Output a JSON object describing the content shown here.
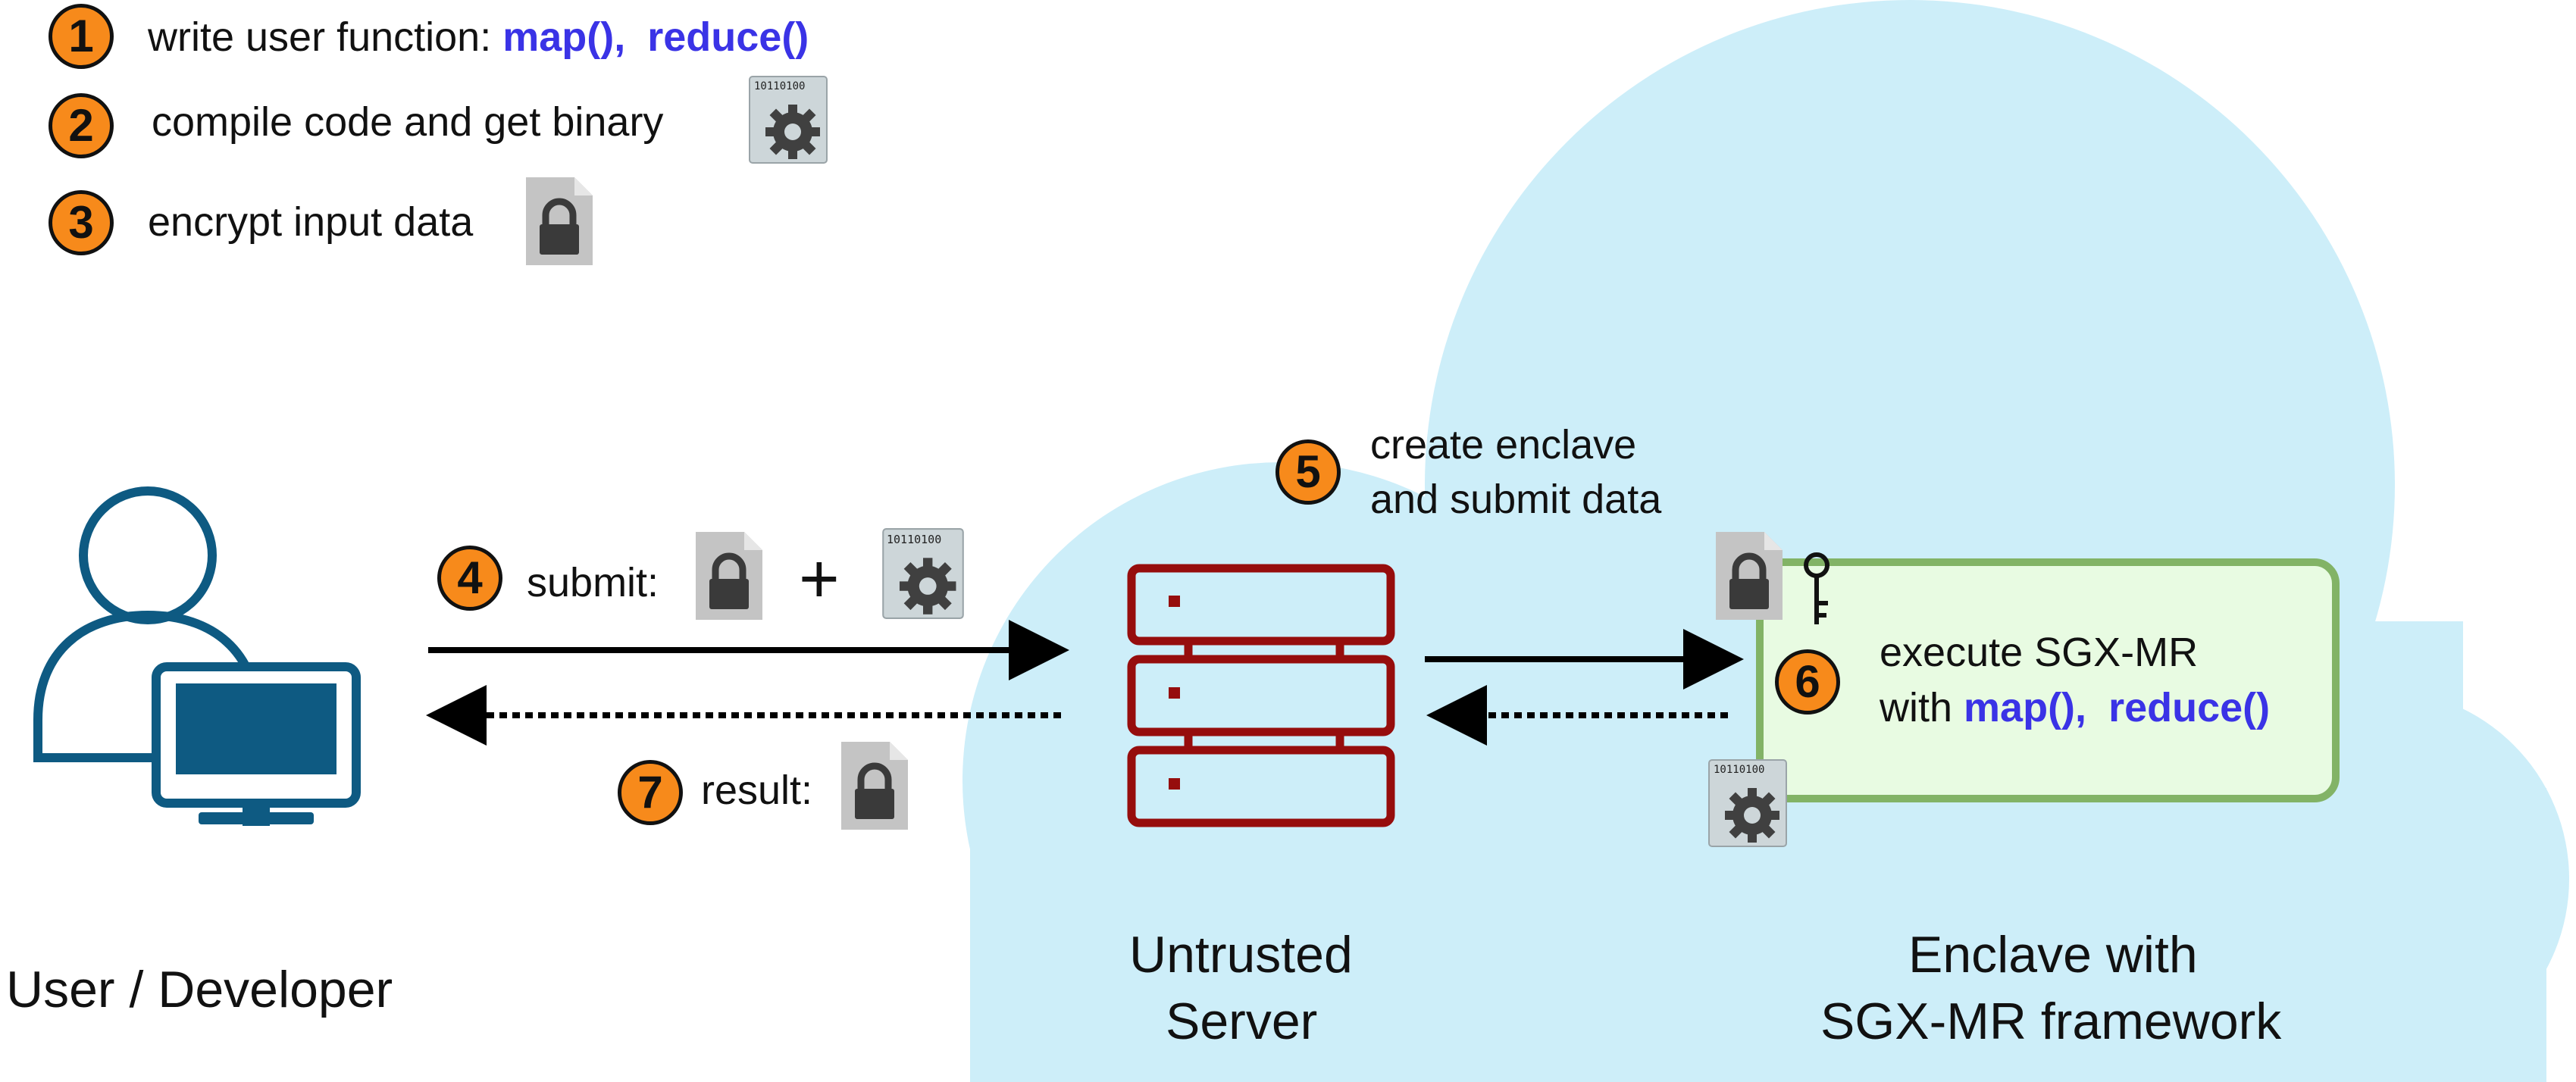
{
  "steps": {
    "s1": {
      "number": "1",
      "text": "write user function:",
      "code1": "map(),",
      "code2": "reduce()"
    },
    "s2": {
      "number": "2",
      "text": "compile code and get binary"
    },
    "s3": {
      "number": "3",
      "text": "encrypt input data"
    },
    "s4": {
      "number": "4",
      "text": "submit:",
      "plus": "+"
    },
    "s5": {
      "number": "5",
      "line1": "create enclave",
      "line2": "and submit data"
    },
    "s6": {
      "number": "6",
      "line1": "execute SGX-MR",
      "line2_prefix": "with",
      "code1": "map(),",
      "code2": "reduce()"
    },
    "s7": {
      "number": "7",
      "text": "result:"
    }
  },
  "labels": {
    "user": "User / Developer",
    "server_line1": "Untrusted",
    "server_line2": "Server",
    "enclave_line1": "Enclave with",
    "enclave_line2": "SGX-MR framework"
  },
  "binary_icon_text": "10110100",
  "colors": {
    "cloud": "#cdeef9",
    "badge": "#f78a1b",
    "code": "#3a33e6",
    "server": "#960d0d",
    "user": "#0e5a82",
    "enclave_fill": "#e8fbe2",
    "enclave_border": "#82b366"
  },
  "icons": [
    "person-icon",
    "monitor-icon",
    "server-icon",
    "lock-file-icon",
    "binary-gear-icon",
    "key-icon"
  ]
}
